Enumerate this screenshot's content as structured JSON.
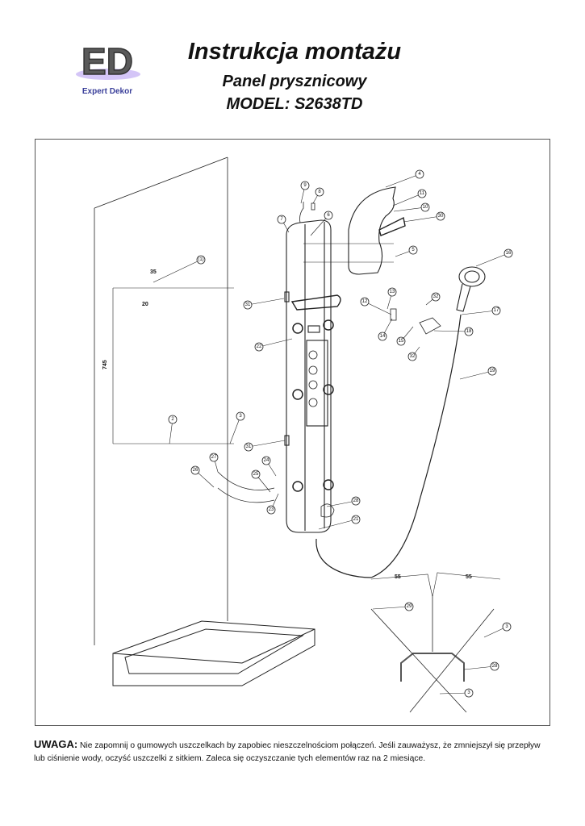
{
  "header": {
    "logo_letters": "ED",
    "logo_brand": "Expert Dekor",
    "title": "Instrukcja montażu",
    "subtitle": "Panel prysznicowy",
    "model": "MODEL: S2638TD"
  },
  "diagram": {
    "callouts": [
      "4",
      "11",
      "10",
      "30",
      "9",
      "8",
      "7",
      "6",
      "5",
      "16",
      "(1)",
      "31",
      "13",
      "12",
      "32",
      "17",
      "14",
      "15",
      "18",
      "32",
      "22",
      "19",
      "2",
      "3",
      "31",
      "27",
      "24",
      "26",
      "25",
      "23",
      "28",
      "21",
      "29",
      "3",
      "28",
      "3"
    ],
    "dimensions": {
      "height": "745",
      "left_a": "35",
      "left_b": "20",
      "bracket_left": "55",
      "bracket_right": "55"
    }
  },
  "note": {
    "label": "UWAGA:",
    "text": "Nie zapomnij o gumowych uszczelkach by zapobiec nieszczelnościom połączeń. Jeśli zauważysz, że zmniejszył się przepływ lub ciśnienie wody, oczyść uszczelki z sitkiem. Zaleca się oczyszczanie tych elementów raz na 2 miesiące."
  },
  "colors": {
    "logo_accent": "#b9a4f0",
    "logo_text": "#3a3f9a"
  }
}
